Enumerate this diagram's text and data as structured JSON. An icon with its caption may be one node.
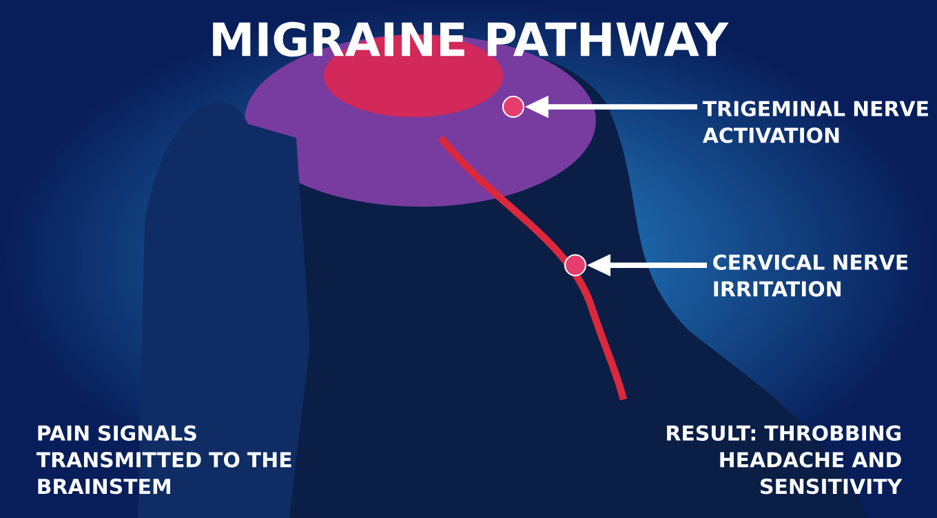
{
  "diagram": {
    "title": "MIGRAINE PATHWAY",
    "nodes": [
      {
        "text": [
          "TRIGEMINAL NERVE ACTIVATION"
        ]
      },
      {
        "text": [],
        "shape": "circle"
      },
      {
        "text": [
          "CERVICAL NERVE IRRITATION"
        ]
      },
      {
        "text": [],
        "shape": "circle"
      }
    ],
    "edges": [
      {
        "from": 0,
        "to": 1,
        "arrow": "to"
      },
      {
        "from": 2,
        "to": 3,
        "arrow": "to"
      }
    ],
    "labels": [
      "PAIN SIGNALS TRANSMITTED TO THE BRAINSTEM",
      "RESULT: THROBBING HEADACHE AND SENSITIVITY"
    ]
  }
}
